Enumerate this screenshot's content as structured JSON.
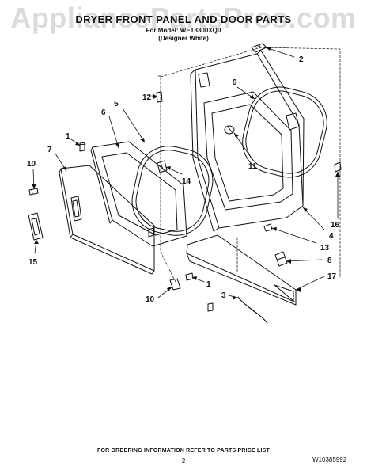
{
  "watermark": "AppliancePartsPros.com",
  "header": {
    "title": "DRYER FRONT PANEL AND DOOR PARTS",
    "model_line": "For Model: WET3300XQ0",
    "variant_line": "(Designer White)"
  },
  "callouts": [
    {
      "id": "2",
      "label": "2"
    },
    {
      "id": "9",
      "label": "9"
    },
    {
      "id": "12",
      "label": "12"
    },
    {
      "id": "5",
      "label": "5"
    },
    {
      "id": "6",
      "label": "6"
    },
    {
      "id": "1a",
      "label": "1"
    },
    {
      "id": "7",
      "label": "7"
    },
    {
      "id": "11",
      "label": "11"
    },
    {
      "id": "10a",
      "label": "10"
    },
    {
      "id": "14",
      "label": "14"
    },
    {
      "id": "16",
      "label": "16"
    },
    {
      "id": "4",
      "label": "4"
    },
    {
      "id": "13",
      "label": "13"
    },
    {
      "id": "15",
      "label": "15"
    },
    {
      "id": "8",
      "label": "8"
    },
    {
      "id": "17",
      "label": "17"
    },
    {
      "id": "1b",
      "label": "1"
    },
    {
      "id": "10b",
      "label": "10"
    },
    {
      "id": "3",
      "label": "3"
    }
  ],
  "footer": {
    "ordering_note": "FOR ORDERING INFORMATION REFER TO PARTS PRICE LIST",
    "page_number": "2",
    "document_number": "W10385992"
  },
  "colors": {
    "ink": "#111111",
    "watermark": "#a0a0a0",
    "paper": "#ffffff"
  }
}
